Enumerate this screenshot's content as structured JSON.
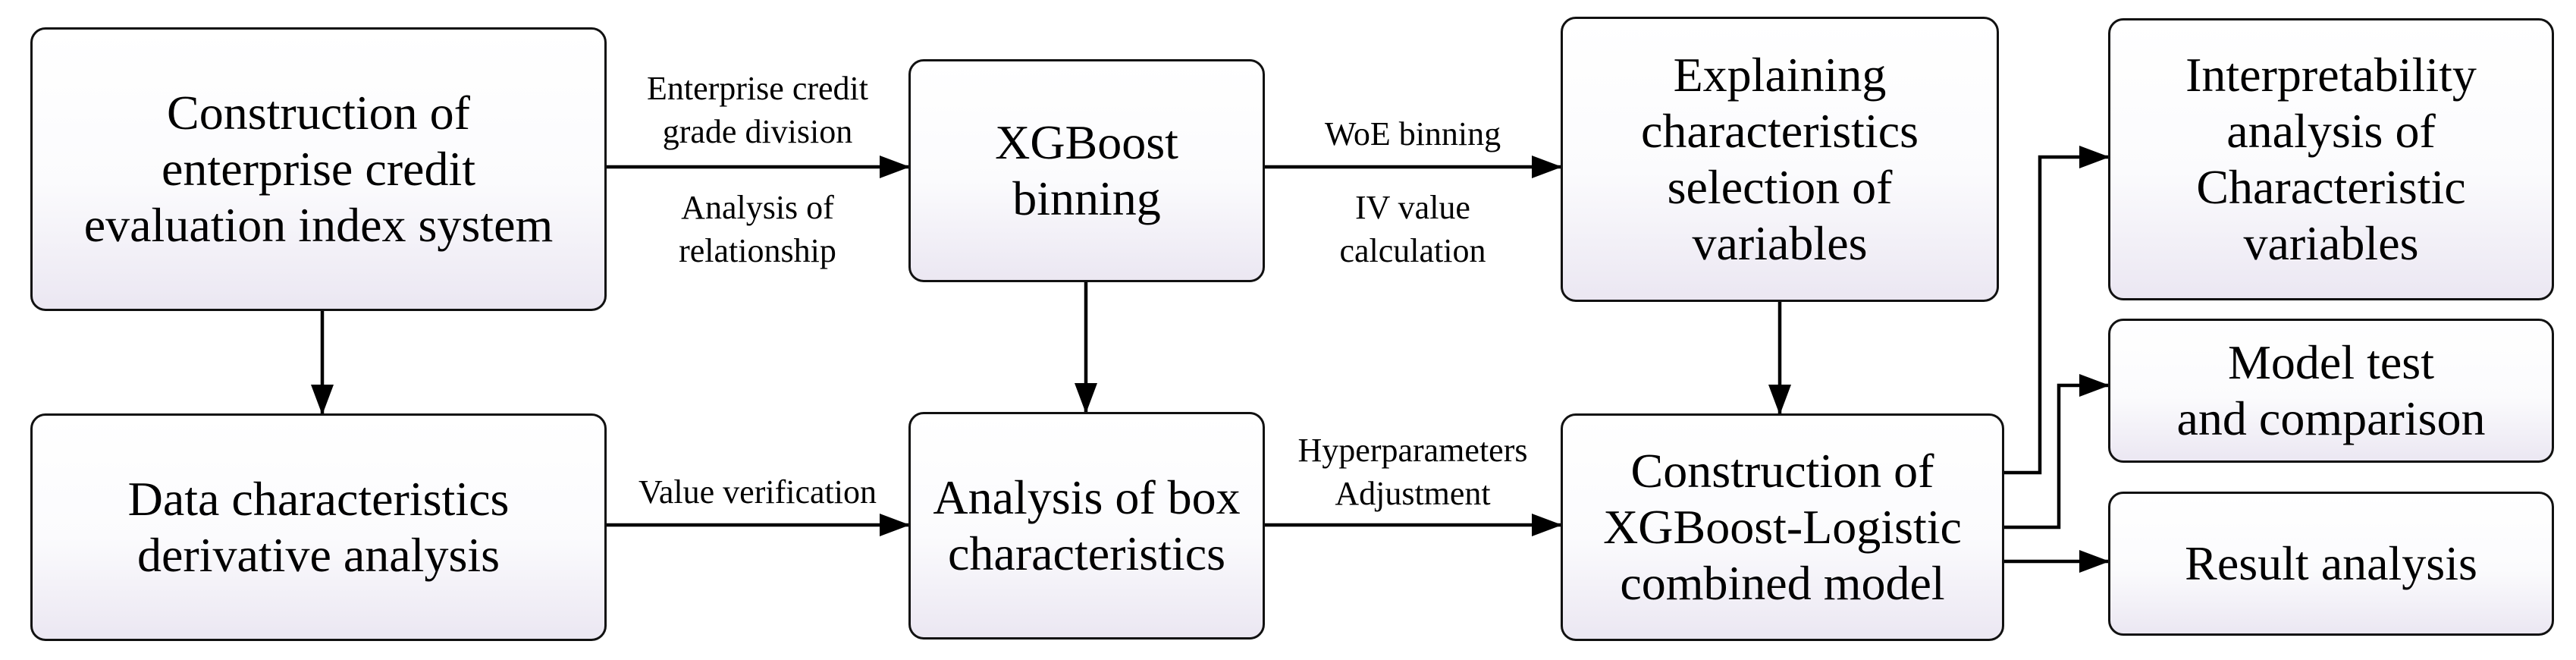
{
  "boxes": {
    "construction_index": "Construction of\nenterprise credit\nevaluation index system",
    "xgboost_binning": "XGBoost\nbinning",
    "explaining_selection": "Explaining\ncharacteristics\nselection of\nvariables",
    "interpretability": "Interpretability\nanalysis of\nCharacteristic\nvariables",
    "data_derivative": "Data characteristics\nderivative analysis",
    "box_characteristics": "Analysis of box\ncharacteristics",
    "combined_model": "Construction of\nXGBoost-Logistic\ncombined model",
    "model_test": "Model test\nand comparison",
    "result_analysis": "Result analysis"
  },
  "labels": {
    "grade_division": "Enterprise credit\ngrade division",
    "analysis_relationship": "Analysis of\nrelationship",
    "woe_binning": "WoE binning",
    "iv_value": "IV value\ncalculation",
    "value_verification": "Value verification",
    "hyperparameters": "Hyperparameters\nAdjustment"
  }
}
